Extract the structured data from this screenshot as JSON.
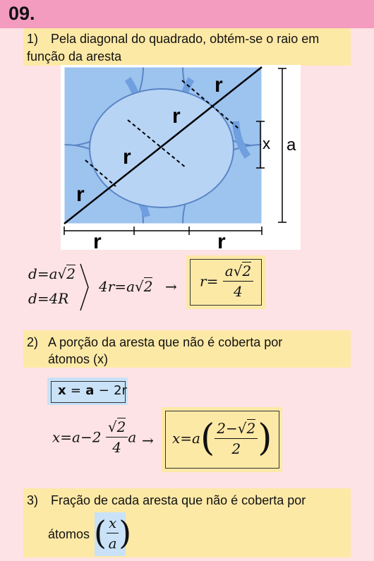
{
  "problem_number": "09.",
  "steps": [
    {
      "index": "1)",
      "text_line1": "Pela diagonal do quadrado, obtém-se o raio em",
      "text_line2": "função da aresta"
    },
    {
      "index": "2)",
      "text_line1": "A porção da aresta que não é coberta por",
      "text_line2": "átomos (x)"
    },
    {
      "index": "3)",
      "text_line1": "Fração de cada aresta que não é coberta por",
      "text_line2": "átomos"
    }
  ],
  "figure": {
    "labels": {
      "r": "r",
      "x": "x",
      "a": "a"
    },
    "colors": {
      "fill": "#9dc3ef",
      "stroke": "#5a86c5",
      "dark_band": "#6f9fde",
      "white": "#ffffff"
    }
  },
  "equations": {
    "d1": {
      "lhs": "d",
      "eq": "=",
      "a": "a",
      "rad": "2"
    },
    "d2": {
      "lhs": "d",
      "eq": "=",
      "rhs": "4R"
    },
    "mid": {
      "lhs": "4r",
      "eq": "=",
      "a": "a",
      "rad": "2"
    },
    "arrow": "→",
    "r_result": {
      "lhs": "r",
      "eq": "=",
      "num_a": "a",
      "num_rad": "2",
      "den": "4"
    },
    "x_def": {
      "x": "x",
      "eq": "=",
      "a": "a",
      "minus": "−",
      "rhs": "2r"
    },
    "x_calc": {
      "x": "x",
      "eq": "=",
      "a": "a",
      "minus": "−",
      "two": "2",
      "num_rad": "2",
      "den": "4",
      "a2": "a"
    },
    "x_result": {
      "x": "x",
      "eq": "=",
      "a": "a",
      "num_two": "2",
      "num_minus": "−",
      "num_rad": "2",
      "den": "2"
    },
    "fraction": {
      "num": "x",
      "den": "a"
    }
  }
}
